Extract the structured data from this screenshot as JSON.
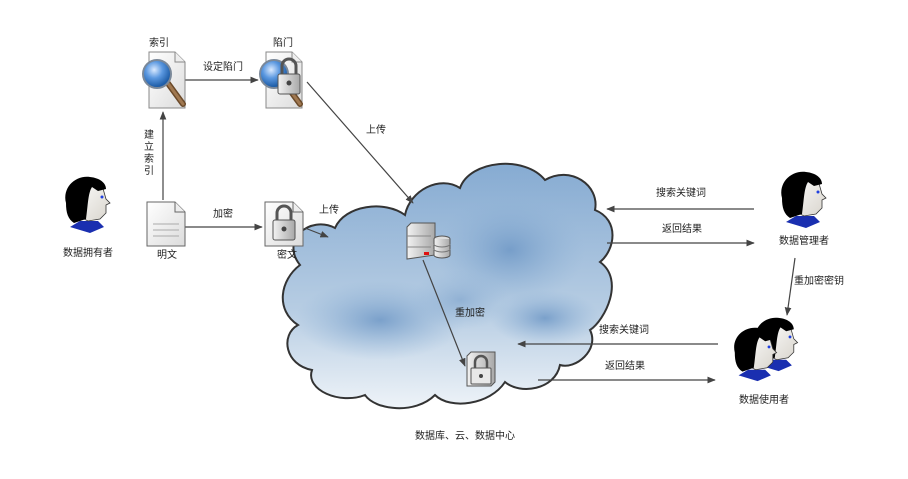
{
  "diagram": {
    "nodes": {
      "data_owner": {
        "label": "数据拥有者",
        "icon": "person-icon"
      },
      "plaintext": {
        "label": "明文",
        "icon": "document-icon"
      },
      "index": {
        "label": "索引",
        "icon": "magnifier-document-icon"
      },
      "trapdoor": {
        "label": "陷门",
        "icon": "locked-magnifier-document-icon"
      },
      "ciphertext": {
        "label": "密文",
        "icon": "locked-document-icon"
      },
      "server": {
        "icon": "server-database-icon"
      },
      "reencrypted": {
        "icon": "lock-box-icon"
      },
      "cloud": {
        "label": "数据库、云、数据中心",
        "icon": "cloud-icon"
      },
      "data_manager": {
        "label": "数据管理者",
        "icon": "person-icon"
      },
      "data_users": {
        "label": "数据使用者",
        "icon": "people-icon"
      }
    },
    "edges": {
      "build_index": "建立索引",
      "set_trapdoor": "设定陷门",
      "encrypt": "加密",
      "upload_cipher": "上传",
      "upload_trapdoor": "上传",
      "reencrypt": "重加密",
      "manager_search": "搜索关键词",
      "manager_return": "返回结果",
      "reencrypt_key": "重加密密钥",
      "user_search": "搜索关键词",
      "user_return": "返回结果"
    },
    "colors": {
      "cloud_fill_top": "#7fa6cf",
      "cloud_fill_bottom": "#e6edf4",
      "cloud_stroke": "#333333",
      "arrow": "#444444",
      "magnifier_lens": "#3f7fd0",
      "person_shirt": "#1a2fb0",
      "server_led": "#e01010"
    }
  }
}
